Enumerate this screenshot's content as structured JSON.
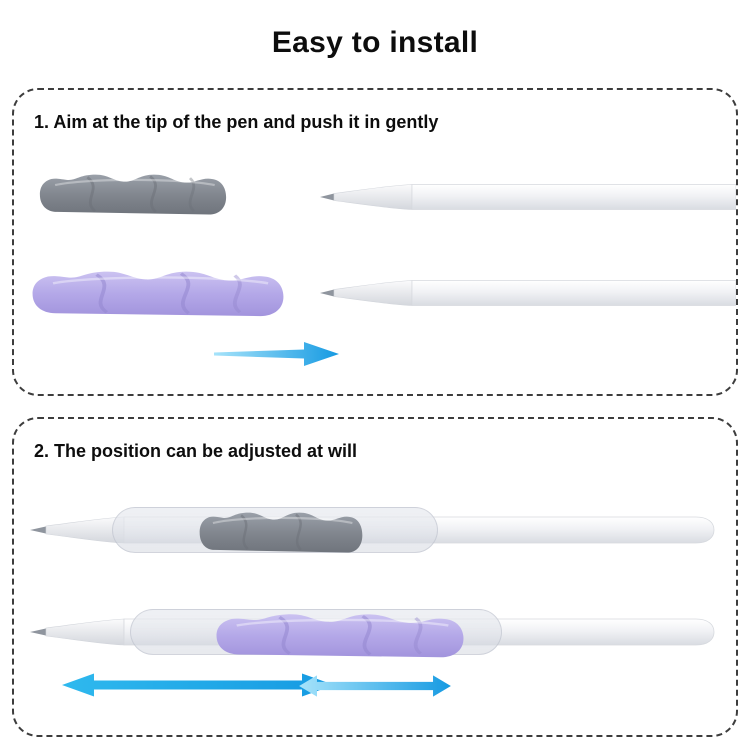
{
  "title": "Easy to install",
  "steps": [
    {
      "label": "1. Aim at the tip of the pen and push it in gently"
    },
    {
      "label": "2. The position can be adjusted at will"
    }
  ],
  "figures": {
    "step1": [
      "gray-silicone-grip",
      "pencil",
      "purple-silicone-grip",
      "pencil",
      "push-right-arrow"
    ],
    "step2": [
      "pencil-with-gray-grip-and-translucent-sleeve",
      "pencil-with-purple-grip-and-translucent-sleeve",
      "slide-left-right-arrows"
    ]
  },
  "colors": {
    "text": "#0d0d0d",
    "panel_border": "#3d3d3d",
    "grip_gray_top": "#9aa0a9",
    "grip_gray": "#82878f",
    "grip_gray_bottom": "#6f747c",
    "grip_purple_top": "#cbc2f1",
    "grip_purple": "#b4a8e8",
    "grip_purple_bottom": "#a294dd",
    "pen_body_top": "#ffffff",
    "pen_body_mid": "#f1f2f5",
    "pen_body_bottom": "#d9dce2",
    "pen_nib": "#8f959e",
    "arrow_light": "#a6e3fa",
    "arrow_mid": "#2fb9ee",
    "arrow_dark": "#169ae2"
  }
}
